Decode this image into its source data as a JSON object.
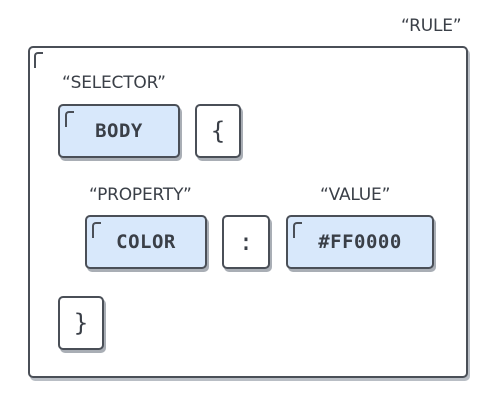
{
  "labels": {
    "rule": "“RULE”",
    "selector": "“SELECTOR”",
    "property": "“PROPERTY”",
    "value": "“VALUE”"
  },
  "tokens": {
    "selector": "BODY",
    "open_brace": "{",
    "property": "COLOR",
    "colon": ":",
    "value": "#FF0000",
    "close_brace": "}"
  },
  "colors": {
    "token_fill": "#d8e8fb",
    "outline": "#4a4f57",
    "text": "#3a3f47"
  }
}
